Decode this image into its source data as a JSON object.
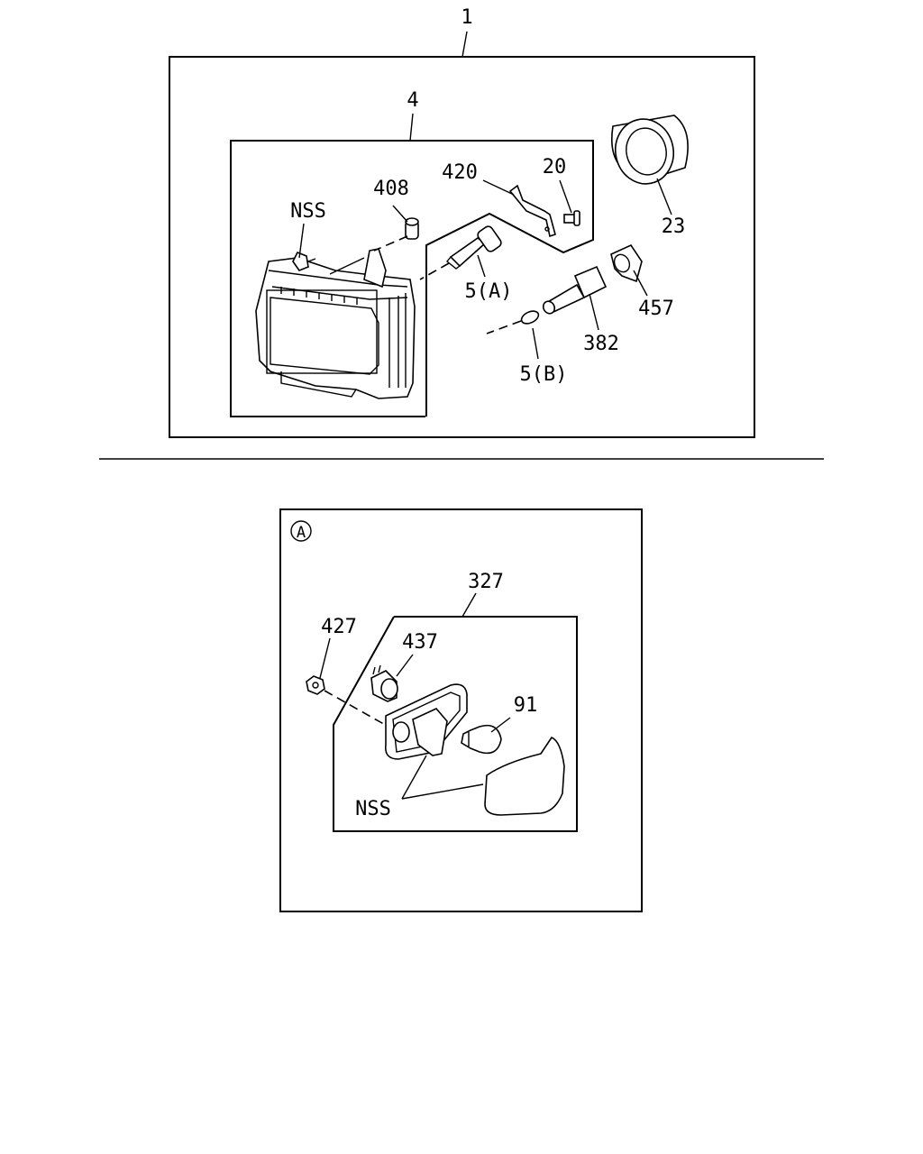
{
  "top_section": {
    "assembly_label": "1",
    "sub_assembly_label": "4",
    "labels": {
      "nss": "NSS",
      "p408": "408",
      "p420": "420",
      "p20": "20",
      "p23": "23",
      "p5a": "5(A)",
      "p5b": "5(B)",
      "p382": "382",
      "p457": "457"
    }
  },
  "detail_section": {
    "view_marker": "A",
    "sub_assembly_label": "327",
    "labels": {
      "p427": "427",
      "p437": "437",
      "p91": "91",
      "nss": "NSS"
    }
  }
}
